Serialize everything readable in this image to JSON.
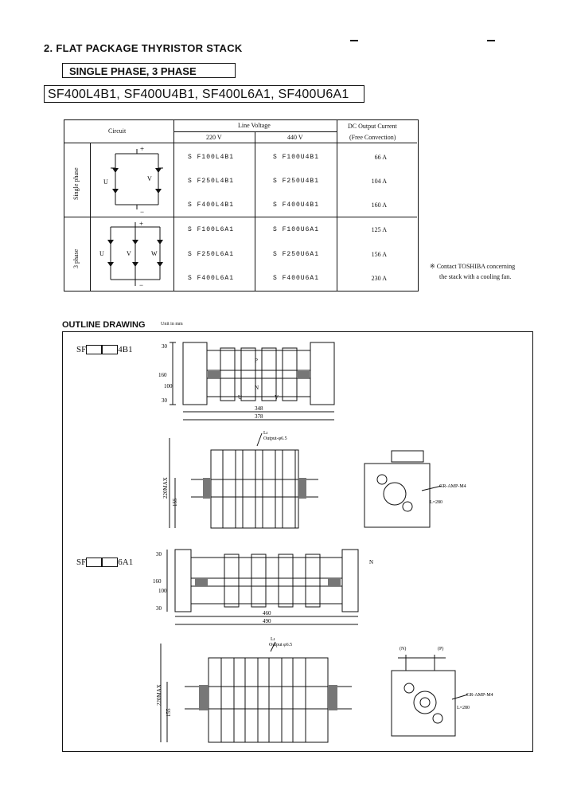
{
  "header": {
    "section_title": "2. FLAT PACKAGE THYRISTOR STACK",
    "subtitle": "SINGLE PHASE, 3 PHASE",
    "models": "SF400L4B1, SF400U4B1, SF400L6A1, SF400U6A1"
  },
  "spec_table": {
    "col_circuit": "Circuit",
    "col_line_voltage": "Line Voltage",
    "col_220": "220 V",
    "col_440": "440 V",
    "col_current": "DC Output Current",
    "col_current_sub": "(Free Convection)",
    "group_single": "Single phase",
    "group_three": "3 phase",
    "rows": [
      {
        "v220": "S F100L4B1",
        "v440": "S F100U4B1",
        "current": "66 A"
      },
      {
        "v220": "S F250L4B1",
        "v440": "S F250U4B1",
        "current": "104 A"
      },
      {
        "v220": "S F400L4B1",
        "v440": "S F400U4B1",
        "current": "160 A"
      },
      {
        "v220": "S F100L6A1",
        "v440": "S F100U6A1",
        "current": "125 A"
      },
      {
        "v220": "S F250L6A1",
        "v440": "S F250U6A1",
        "current": "156 A"
      },
      {
        "v220": "S F400L6A1",
        "v440": "S F400U6A1",
        "current": "230 A"
      }
    ],
    "circuit_single_labels": {
      "plus": "+",
      "minus": "−",
      "u": "U",
      "v": "V"
    },
    "circuit_three_labels": {
      "plus": "+",
      "minus": "−",
      "u": "U",
      "v": "V",
      "w": "W"
    }
  },
  "note": {
    "line1": "※ Contact TOSHIBA concerning",
    "line2": "the stack with a cooling fan."
  },
  "outline": {
    "title": "OUTLINE DRAWING",
    "unit": "Unit in mm",
    "part1_prefix": "SF",
    "part1_suffix": "4B1",
    "part2_prefix": "SF",
    "part2_suffix": "6A1",
    "dims": {
      "d30a": "30",
      "d160": "160",
      "d100": "100",
      "d30b": "30",
      "d348": "348",
      "d378": "378",
      "lbl_p": "P",
      "lbl_n": "N",
      "lbl_u": "U",
      "lbl_v": "V",
      "out_label1": "Output-φ6.5",
      "lc1": "Lı",
      "d220max_1": "220MAX",
      "d155_1": "155",
      "gr_amp_1": "GR-AMP-M4",
      "l280_1": "L=280",
      "d30c": "30",
      "d160b": "160",
      "d100b": "100",
      "d30d": "30",
      "d460": "460",
      "d490": "490",
      "lbl_n2": "N",
      "out_label2": "Output φ6.5",
      "lc2": "Lı",
      "d220max_2": "220MAX",
      "d155_2": "155",
      "lbl_n_paren": "(N)",
      "lbl_p_paren": "(P)",
      "gr_amp_2": "GR-AMP-M4",
      "l280_2": "L=280"
    }
  }
}
